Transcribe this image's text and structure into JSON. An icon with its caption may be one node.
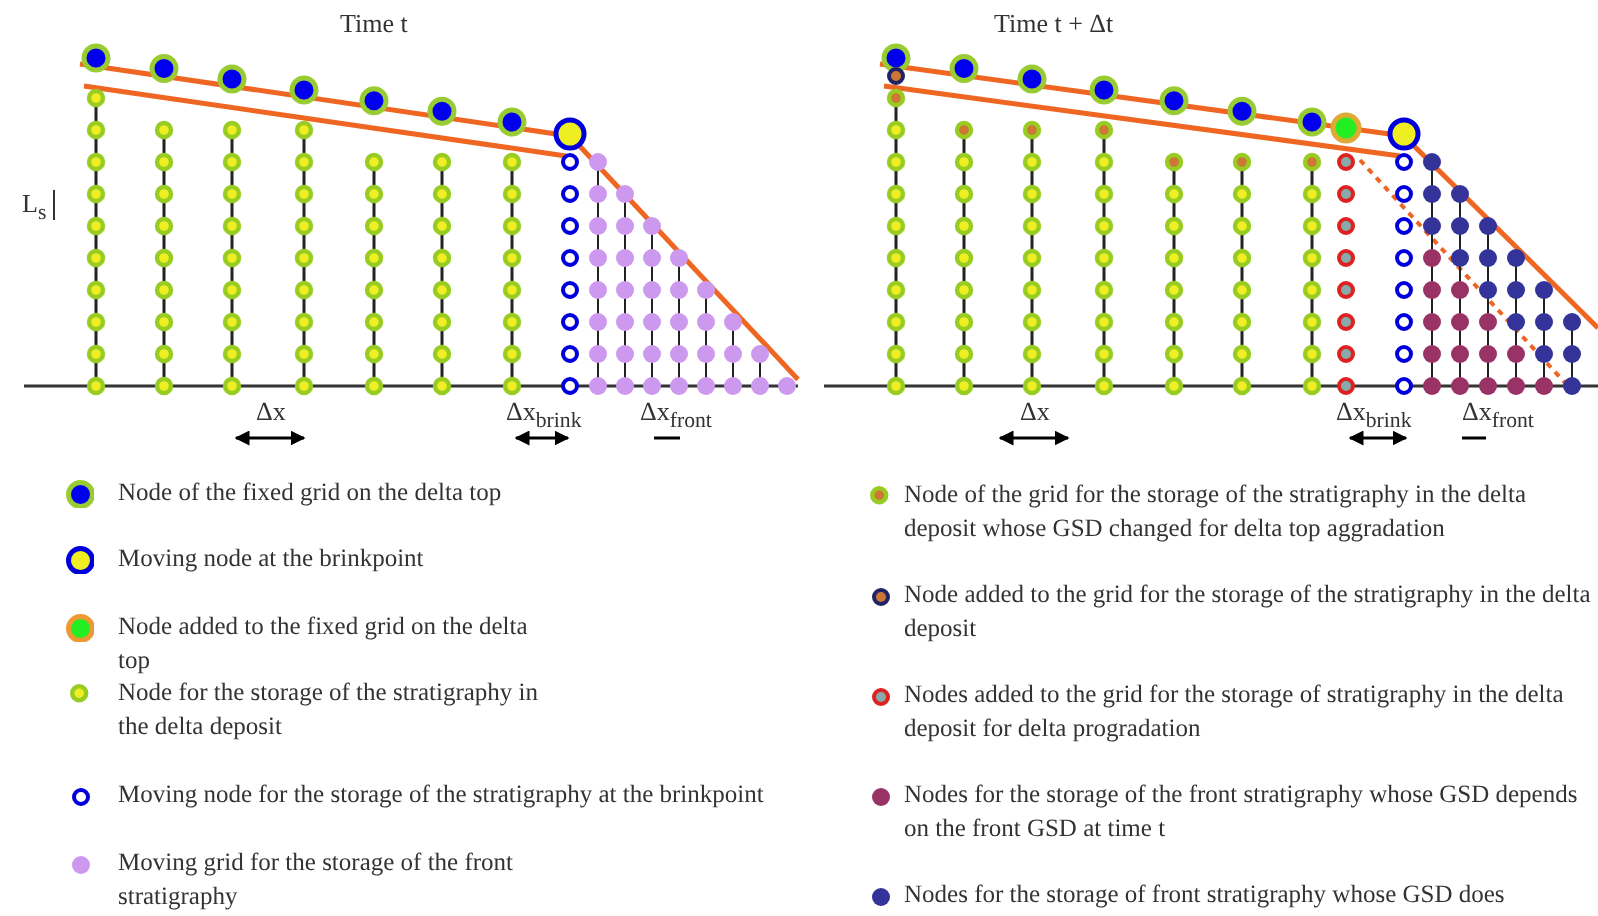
{
  "diagram": {
    "labels": [
      "Time t",
      "L$_{s}$",
      "Δx",
      "Δx$_{brink}$",
      "Δx$_{front}$",
      "Time t + Δt",
      "Δx",
      "Δx$_{brink}$",
      "Δx$_{front}$"
    ],
    "legend": [
      {
        "text": "Node of the fixed grid on the delta top"
      },
      {
        "text": "Moving node at the brinkpoint"
      },
      {
        "text": "Node added to the fixed grid on the delta top"
      },
      {
        "text": "Node for the storage of the stratigraphy in the delta deposit"
      },
      {
        "text": "Moving node for the storage of the stratigraphy at the brinkpoint"
      },
      {
        "text": "Moving grid for the storage of the front stratigraphy",
        "color": "#cc99ee"
      },
      {
        "text": "Node of the grid for the storage of the stratigraphy in the delta deposit whose GSD changed for delta top aggradation"
      },
      {
        "text": "Node added to the grid for the storage of the stratigraphy in the delta deposit"
      },
      {
        "text": "Nodes added to the grid for the storage of stratigraphy in the delta deposit for delta progradation"
      },
      {
        "text": "Nodes for the storage of the front stratigraphy whose GSD depends on the front GSD at time t",
        "color": "#993366"
      },
      {
        "text": "Nodes for the storage of front stratigraphy whose GSD does",
        "color": "#333399"
      }
    ]
  }
}
